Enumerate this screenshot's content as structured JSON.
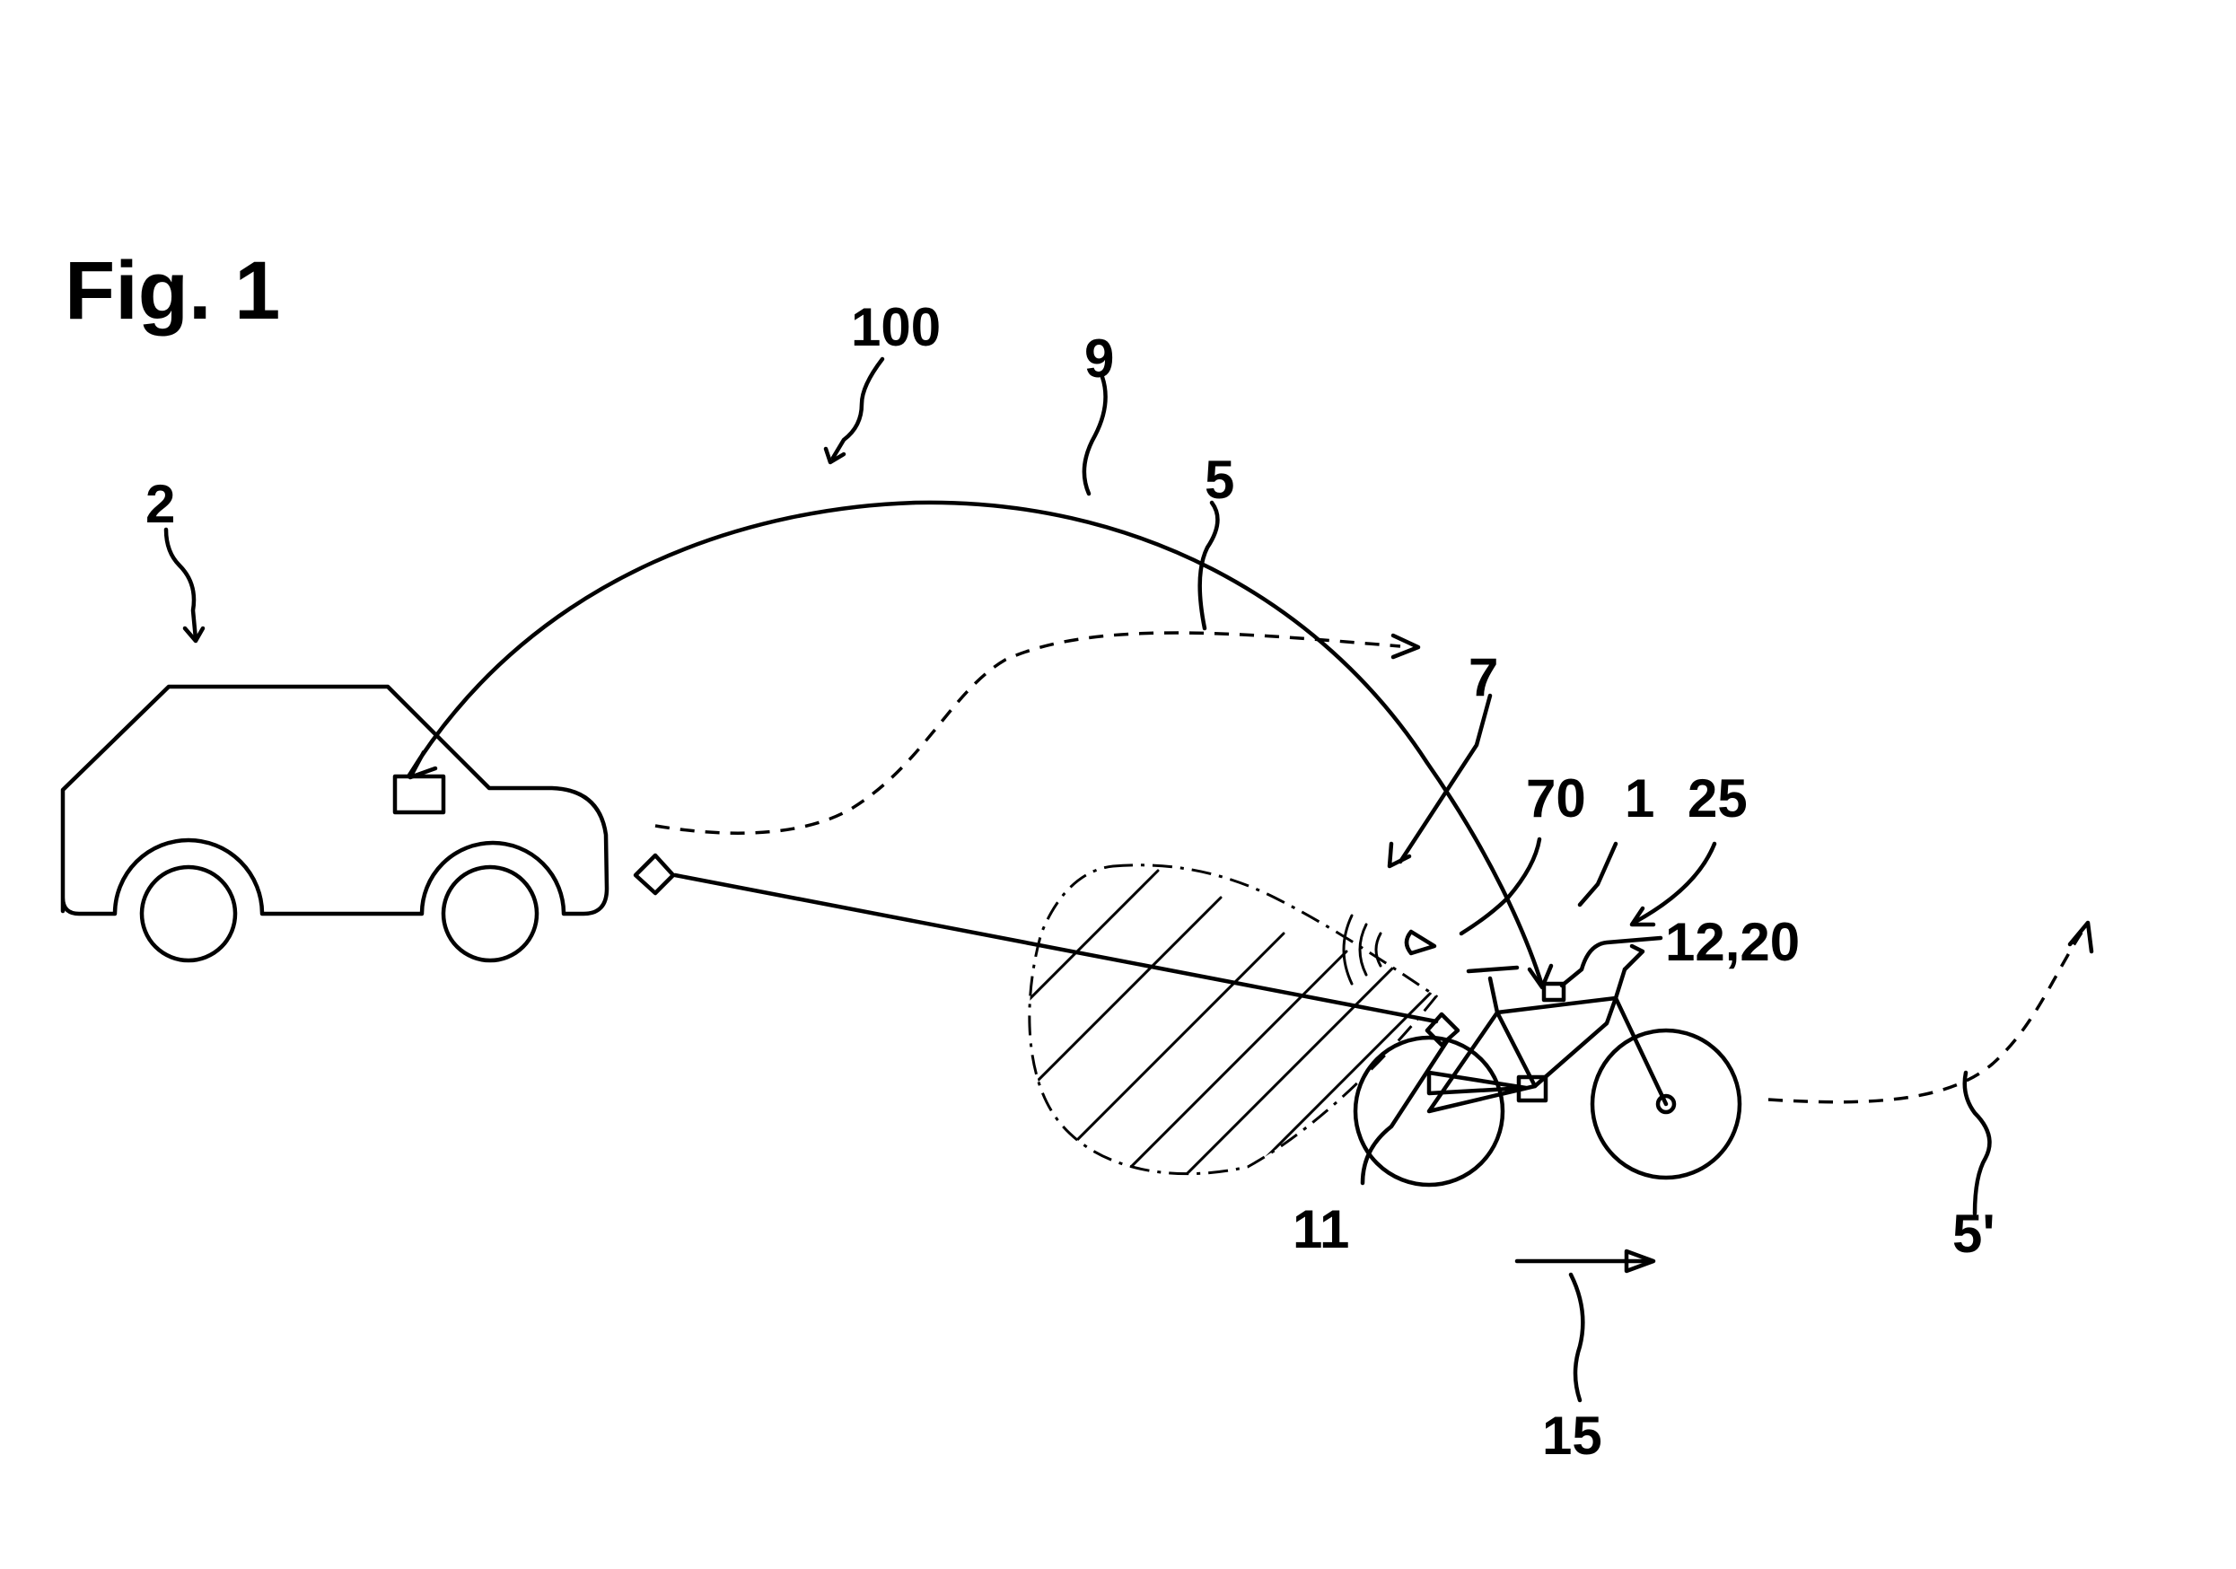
{
  "figure": {
    "title": "Fig. 1",
    "labels": {
      "system": "100",
      "car": "2",
      "link": "9",
      "path": "5",
      "sensor_zone": "7",
      "sensor": "70",
      "bicycle": "1",
      "unit": "25",
      "control": "12,20",
      "marker": "11",
      "direction": "15",
      "path_prime": "5'"
    }
  }
}
